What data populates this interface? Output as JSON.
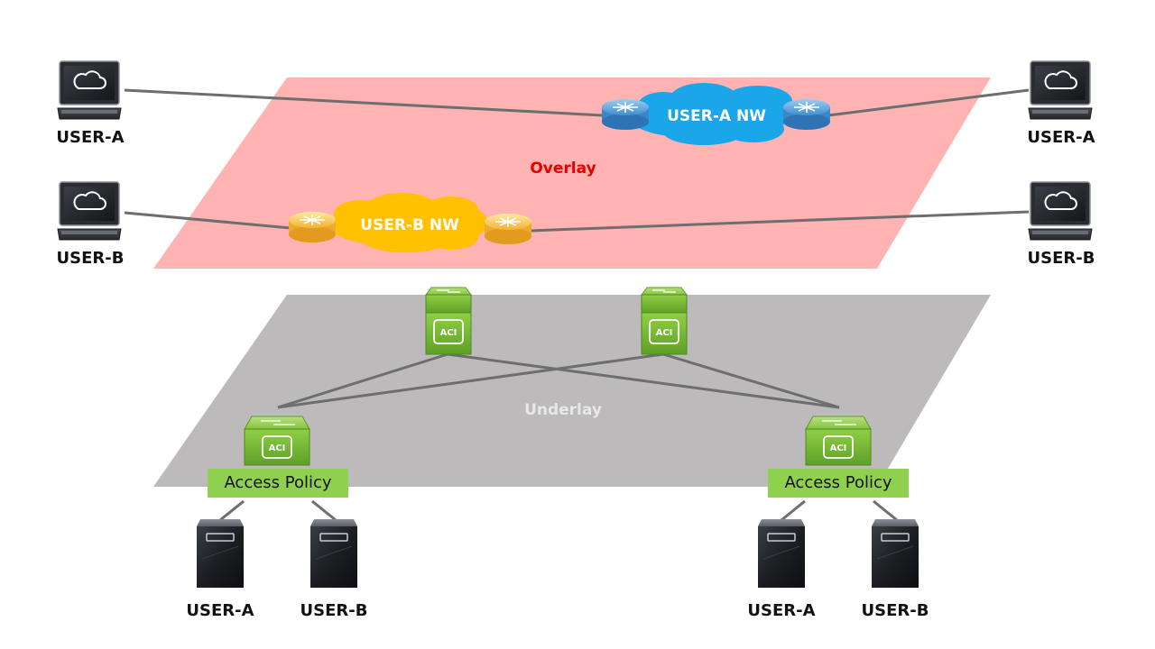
{
  "colors": {
    "overlay_plane": "#ffb3b3",
    "underlay_plane": "#bcbaba",
    "overlay_label": "#e60000",
    "underlay_label": "#e8e8e8",
    "user_a_network": "#1aa6e8",
    "user_b_network": "#ffc000",
    "aci_switch": "#86c440",
    "access_policy_box": "#8fd14f",
    "link": "#6e6e6e"
  },
  "overlay": {
    "label": "Overlay",
    "networks": [
      {
        "name": "USER-A NW",
        "router_icon": "router-icon-blue"
      },
      {
        "name": "USER-B NW",
        "router_icon": "router-icon-yellow"
      }
    ],
    "clients": [
      {
        "label": "USER-A",
        "icon": "laptop-cloud-icon"
      },
      {
        "label": "USER-B",
        "icon": "laptop-cloud-icon"
      },
      {
        "label": "USER-A",
        "icon": "laptop-cloud-icon"
      },
      {
        "label": "USER-B",
        "icon": "laptop-cloud-icon"
      }
    ]
  },
  "underlay": {
    "label": "Underlay",
    "spines": [
      {
        "icon": "aci-switch-icon",
        "badge": "ACI"
      },
      {
        "icon": "aci-switch-icon",
        "badge": "ACI"
      }
    ],
    "leaves": [
      {
        "icon": "aci-switch-icon",
        "badge": "ACI",
        "policy_label": "Access Policy"
      },
      {
        "icon": "aci-switch-icon",
        "badge": "ACI",
        "policy_label": "Access Policy"
      }
    ]
  },
  "servers": [
    {
      "label": "USER-A",
      "icon": "server-icon"
    },
    {
      "label": "USER-B",
      "icon": "server-icon"
    },
    {
      "label": "USER-A",
      "icon": "server-icon"
    },
    {
      "label": "USER-B",
      "icon": "server-icon"
    }
  ]
}
